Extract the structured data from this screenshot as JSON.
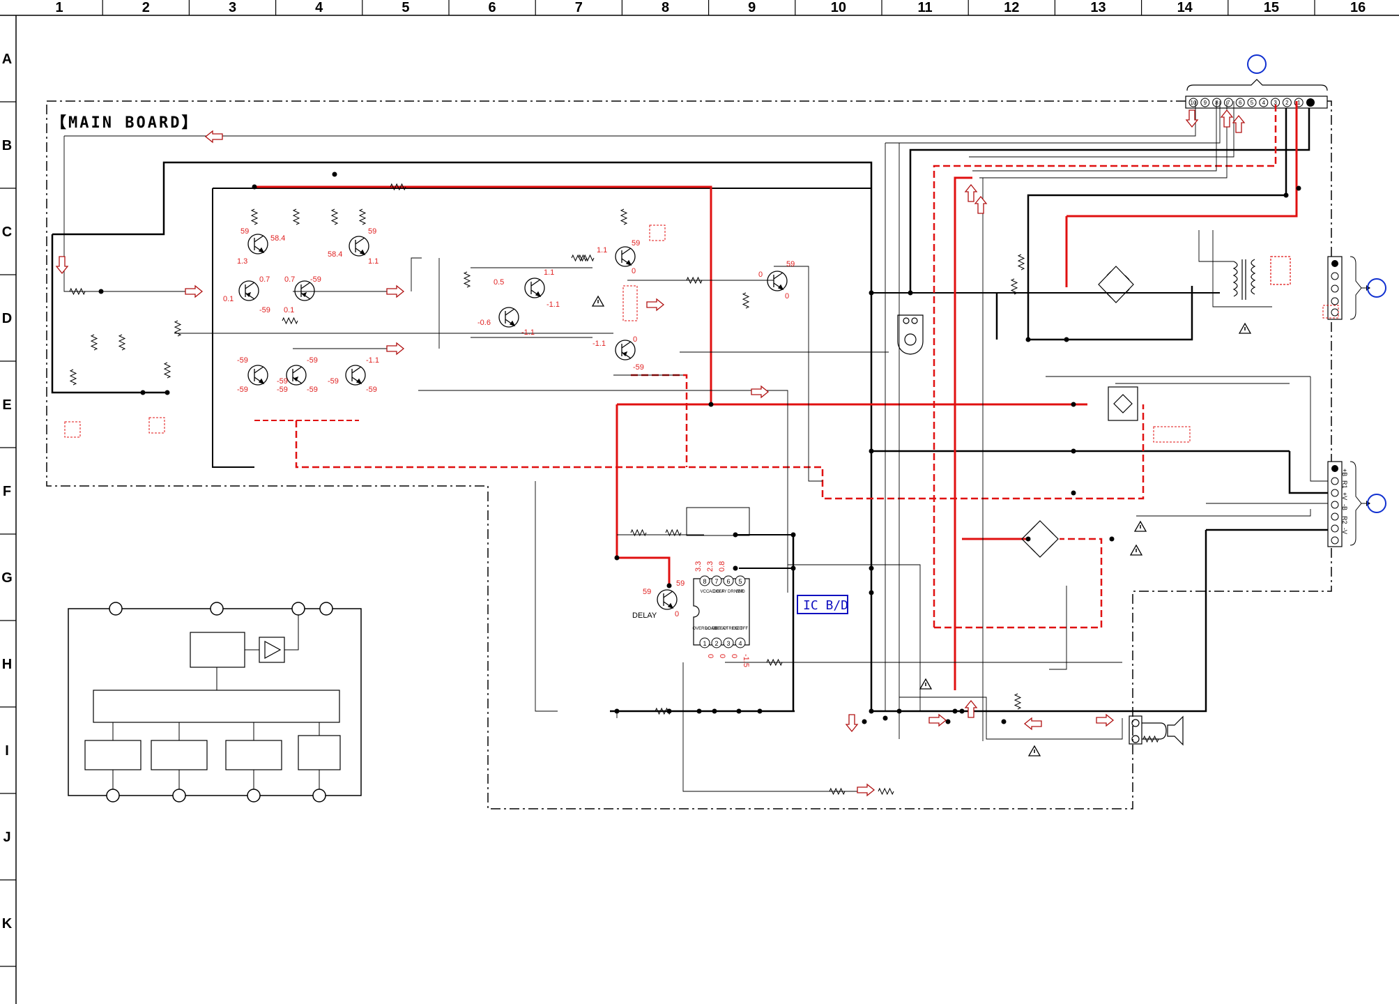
{
  "grid": {
    "columns": [
      "1",
      "2",
      "3",
      "4",
      "5",
      "6",
      "7",
      "8",
      "9",
      "10",
      "11",
      "12",
      "13",
      "14",
      "15",
      "16"
    ],
    "rows": [
      "A",
      "B",
      "C",
      "D",
      "E",
      "F",
      "G",
      "H",
      "I",
      "J",
      "K"
    ]
  },
  "labels": {
    "board_title": "【MAIN BOARD】",
    "ic_block": "IC B/D",
    "delay_label": "DELAY"
  },
  "ic_pins_top": [
    {
      "num": "8",
      "name": "VCC"
    },
    {
      "num": "7",
      "name": "AC OFF"
    },
    {
      "num": "6",
      "name": "DELAY DRIVER"
    },
    {
      "num": "5",
      "name": "GND"
    }
  ],
  "ic_pins_bottom": [
    {
      "num": "1",
      "name": "OVER LOAD"
    },
    {
      "num": "2",
      "name": "DC DETECT"
    },
    {
      "num": "3",
      "name": "DELAY RESET"
    },
    {
      "num": "4",
      "name": "DC OFF"
    }
  ],
  "ic_pin_voltages_top": [
    "3.3",
    "2.3",
    "0.8"
  ],
  "ic_pin_voltages_bottom": [
    "0",
    "0",
    "0",
    "-1.5"
  ],
  "voltages": {
    "q1": [
      "59",
      "58.4",
      "1.3"
    ],
    "q2": [
      "59",
      "58.4",
      "1.1"
    ],
    "q3": [
      "0.7",
      "0.1",
      "-59"
    ],
    "q4": [
      "0.7",
      "0.1",
      "-59"
    ],
    "q5": [
      "-59",
      "-59",
      "-59"
    ],
    "q6": [
      "-59",
      "-59",
      "-59"
    ],
    "q7": [
      "-1.1",
      "-59",
      "-59"
    ],
    "q8": [
      "0.5",
      "1.1",
      "-1.1"
    ],
    "q9": [
      "-0.6",
      "-1.1"
    ],
    "q10": [
      "1.1",
      "59",
      "0"
    ],
    "q11": [
      "-1.1",
      "0",
      "-59"
    ],
    "q12": [
      "0",
      "59",
      "0"
    ],
    "q_delay": [
      "59",
      "59",
      "0"
    ]
  },
  "output_terminal_labels": [
    "+B",
    "R1",
    "+V",
    "-B",
    "R2",
    "-V"
  ],
  "connector_pins": [
    "10",
    "9",
    "8",
    "7",
    "6",
    "5",
    "4",
    "3",
    "2",
    "1",
    "■"
  ],
  "colors": {
    "red_trace": "#e01010",
    "black_trace": "#000000",
    "blue_marker": "#1030d0"
  }
}
